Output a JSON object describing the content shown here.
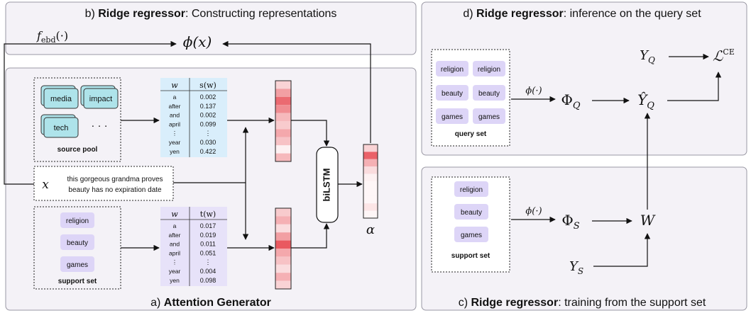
{
  "panels": {
    "b": {
      "prefix": "b) ",
      "bold": "Ridge regressor",
      "rest": ": Constructing representations"
    },
    "a": {
      "prefix": "a) ",
      "bold": "Attention Generator"
    },
    "d": {
      "prefix": "d) ",
      "bold": "Ridge regressor",
      "rest": ": inference on the query set"
    },
    "c": {
      "prefix": "c) ",
      "bold": "Ridge regressor",
      "rest": ": training from the support set"
    }
  },
  "top": {
    "fn_label": "f",
    "fn_sub": "ebd",
    "fn_arg": "(·)",
    "phi_x": "ϕ(x)"
  },
  "source_pool": {
    "cards": [
      "media",
      "impact",
      "tech"
    ],
    "ellipsis": "· · ·",
    "label": "source pool"
  },
  "input_x": {
    "symbol": "x",
    "text_line1": "this gorgeous grandma proves",
    "text_line2": "beauty has no expiration date"
  },
  "support_set_a": {
    "items": [
      "religion",
      "beauty",
      "games"
    ],
    "label": "support set"
  },
  "s_table": {
    "head_w": "w",
    "head_val": "s(w)",
    "words": [
      "a",
      "after",
      "and",
      "april",
      "⋮",
      "year",
      "yen"
    ],
    "values": [
      "0.002",
      "0.137",
      "0.002",
      "0.099",
      "⋮",
      "0.030",
      "0.422"
    ]
  },
  "t_table": {
    "head_w": "w",
    "head_val": "t(w)",
    "words": [
      "a",
      "after",
      "and",
      "april",
      "⋮",
      "year",
      "yen"
    ],
    "values": [
      "0.017",
      "0.019",
      "0.011",
      "0.051",
      "⋮",
      "0.004",
      "0.098"
    ]
  },
  "bilstm": "biLSTM",
  "alpha": "α",
  "query_set": {
    "items": [
      "religion",
      "religion",
      "beauty",
      "beauty",
      "games",
      "games"
    ],
    "label": "query set"
  },
  "support_set_c": {
    "items": [
      "religion",
      "beauty",
      "games"
    ],
    "label": "support set"
  },
  "math": {
    "phi_fn": "ϕ(·)",
    "phi_fn_c": "ϕ(·)",
    "Phi_Q": "Φ",
    "Phi_Q_sub": "Q",
    "Phi_S": "Φ",
    "Phi_S_sub": "S",
    "Y_hat_Q": "Ŷ",
    "Y_hat_Q_sub": "Q",
    "Y_Q": "Y",
    "Y_Q_sub": "Q",
    "loss": "ℒ",
    "loss_sup": "CE",
    "W": "W",
    "Y_S": "Y",
    "Y_S_sub": "S"
  },
  "colors": {
    "panel_fill": "#f4f2f7",
    "tag_purple": "#ddd5f7",
    "table_blue": "#d9eefb",
    "table_purple": "#e7e2f9",
    "card_teal": "#aee3ea",
    "heat": [
      "#f5c9cc",
      "#e8555b",
      "#f08c90",
      "#f5b5b8",
      "#fde7e8",
      "#ffffff"
    ]
  },
  "heat_bars": {
    "top": [
      0.25,
      0.55,
      0.85,
      0.65,
      0.4,
      0.3,
      0.5,
      0.35,
      0.08,
      0.4
    ],
    "bottom": [
      0.3,
      0.45,
      0.2,
      0.55,
      0.95,
      0.5,
      0.35,
      0.2,
      0.45,
      0.25
    ],
    "alpha": [
      0.25,
      0.9,
      0.45,
      0.2,
      0.08,
      0.05,
      0.05,
      0.05,
      0.15,
      0.05
    ]
  }
}
